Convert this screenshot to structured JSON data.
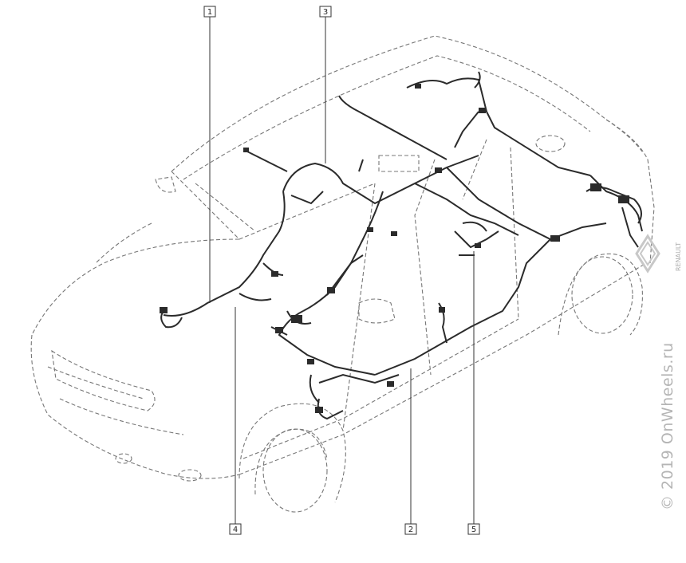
{
  "callouts": [
    "1",
    "3",
    "4",
    "2",
    "5"
  ],
  "watermark": "© 2019 OnWheels.ru",
  "brand": "RENAULT",
  "colors": {
    "outline": "#777777",
    "harness": "#2b2b2b",
    "leader": "#333333",
    "watermark": "#b5b5b5"
  }
}
